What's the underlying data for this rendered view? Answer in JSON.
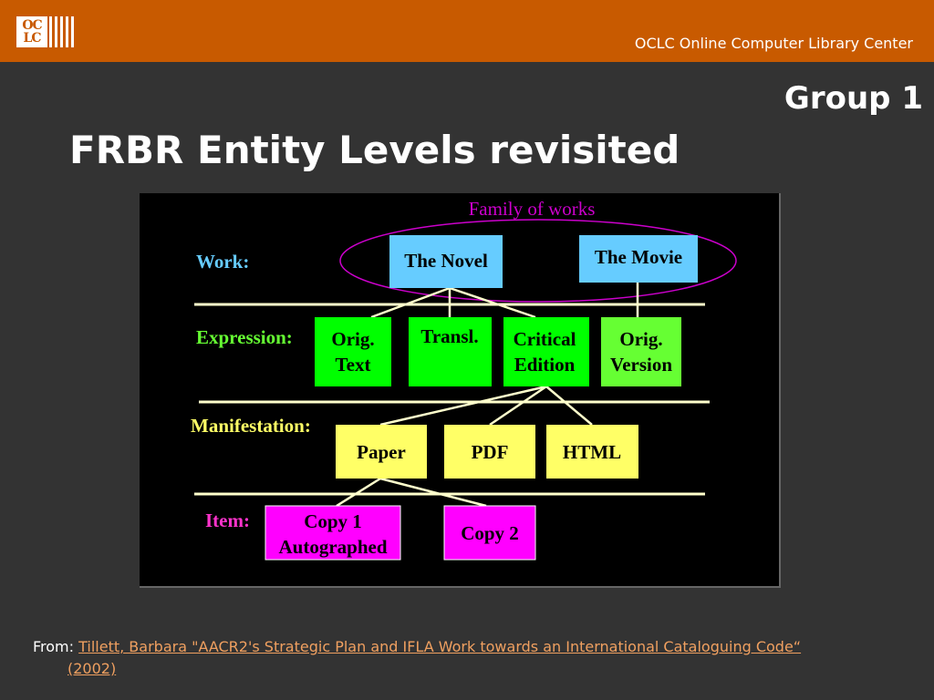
{
  "header": {
    "logo_text_top": "OC",
    "logo_text_bottom": "LC",
    "org_name": "OCLC Online Computer Library Center"
  },
  "slide": {
    "group_label": "Group 1",
    "title": "FRBR Entity Levels revisited"
  },
  "diagram": {
    "family_label": "Family of works",
    "levels": {
      "work": "Work:",
      "expression": "Expression:",
      "manifestation": "Manifestation:",
      "item": "Item:"
    },
    "boxes": {
      "novel": "The Novel",
      "movie": "The Movie",
      "orig_text_1": "Orig.",
      "orig_text_2": "Text",
      "transl": "Transl.",
      "critical_1": "Critical",
      "critical_2": "Edition",
      "orig_version_1": "Orig.",
      "orig_version_2": "Version",
      "paper": "Paper",
      "pdf": "PDF",
      "html": "HTML",
      "copy1_1": "Copy 1",
      "copy1_2": "Autographed",
      "copy2": "Copy 2"
    },
    "colors": {
      "work": "#66ccff",
      "expression": "#00ff00",
      "expression_alt": "#66ff33",
      "manifestation": "#ffff66",
      "item": "#ff00ff",
      "family_oval": "#cc00cc"
    }
  },
  "footer": {
    "prefix": "From: ",
    "link_text": "Tillett, Barbara \"AACR2's Strategic Plan and  IFLA Work towards an International Cataloguing Code“",
    "link_text_2": "(2002)"
  }
}
